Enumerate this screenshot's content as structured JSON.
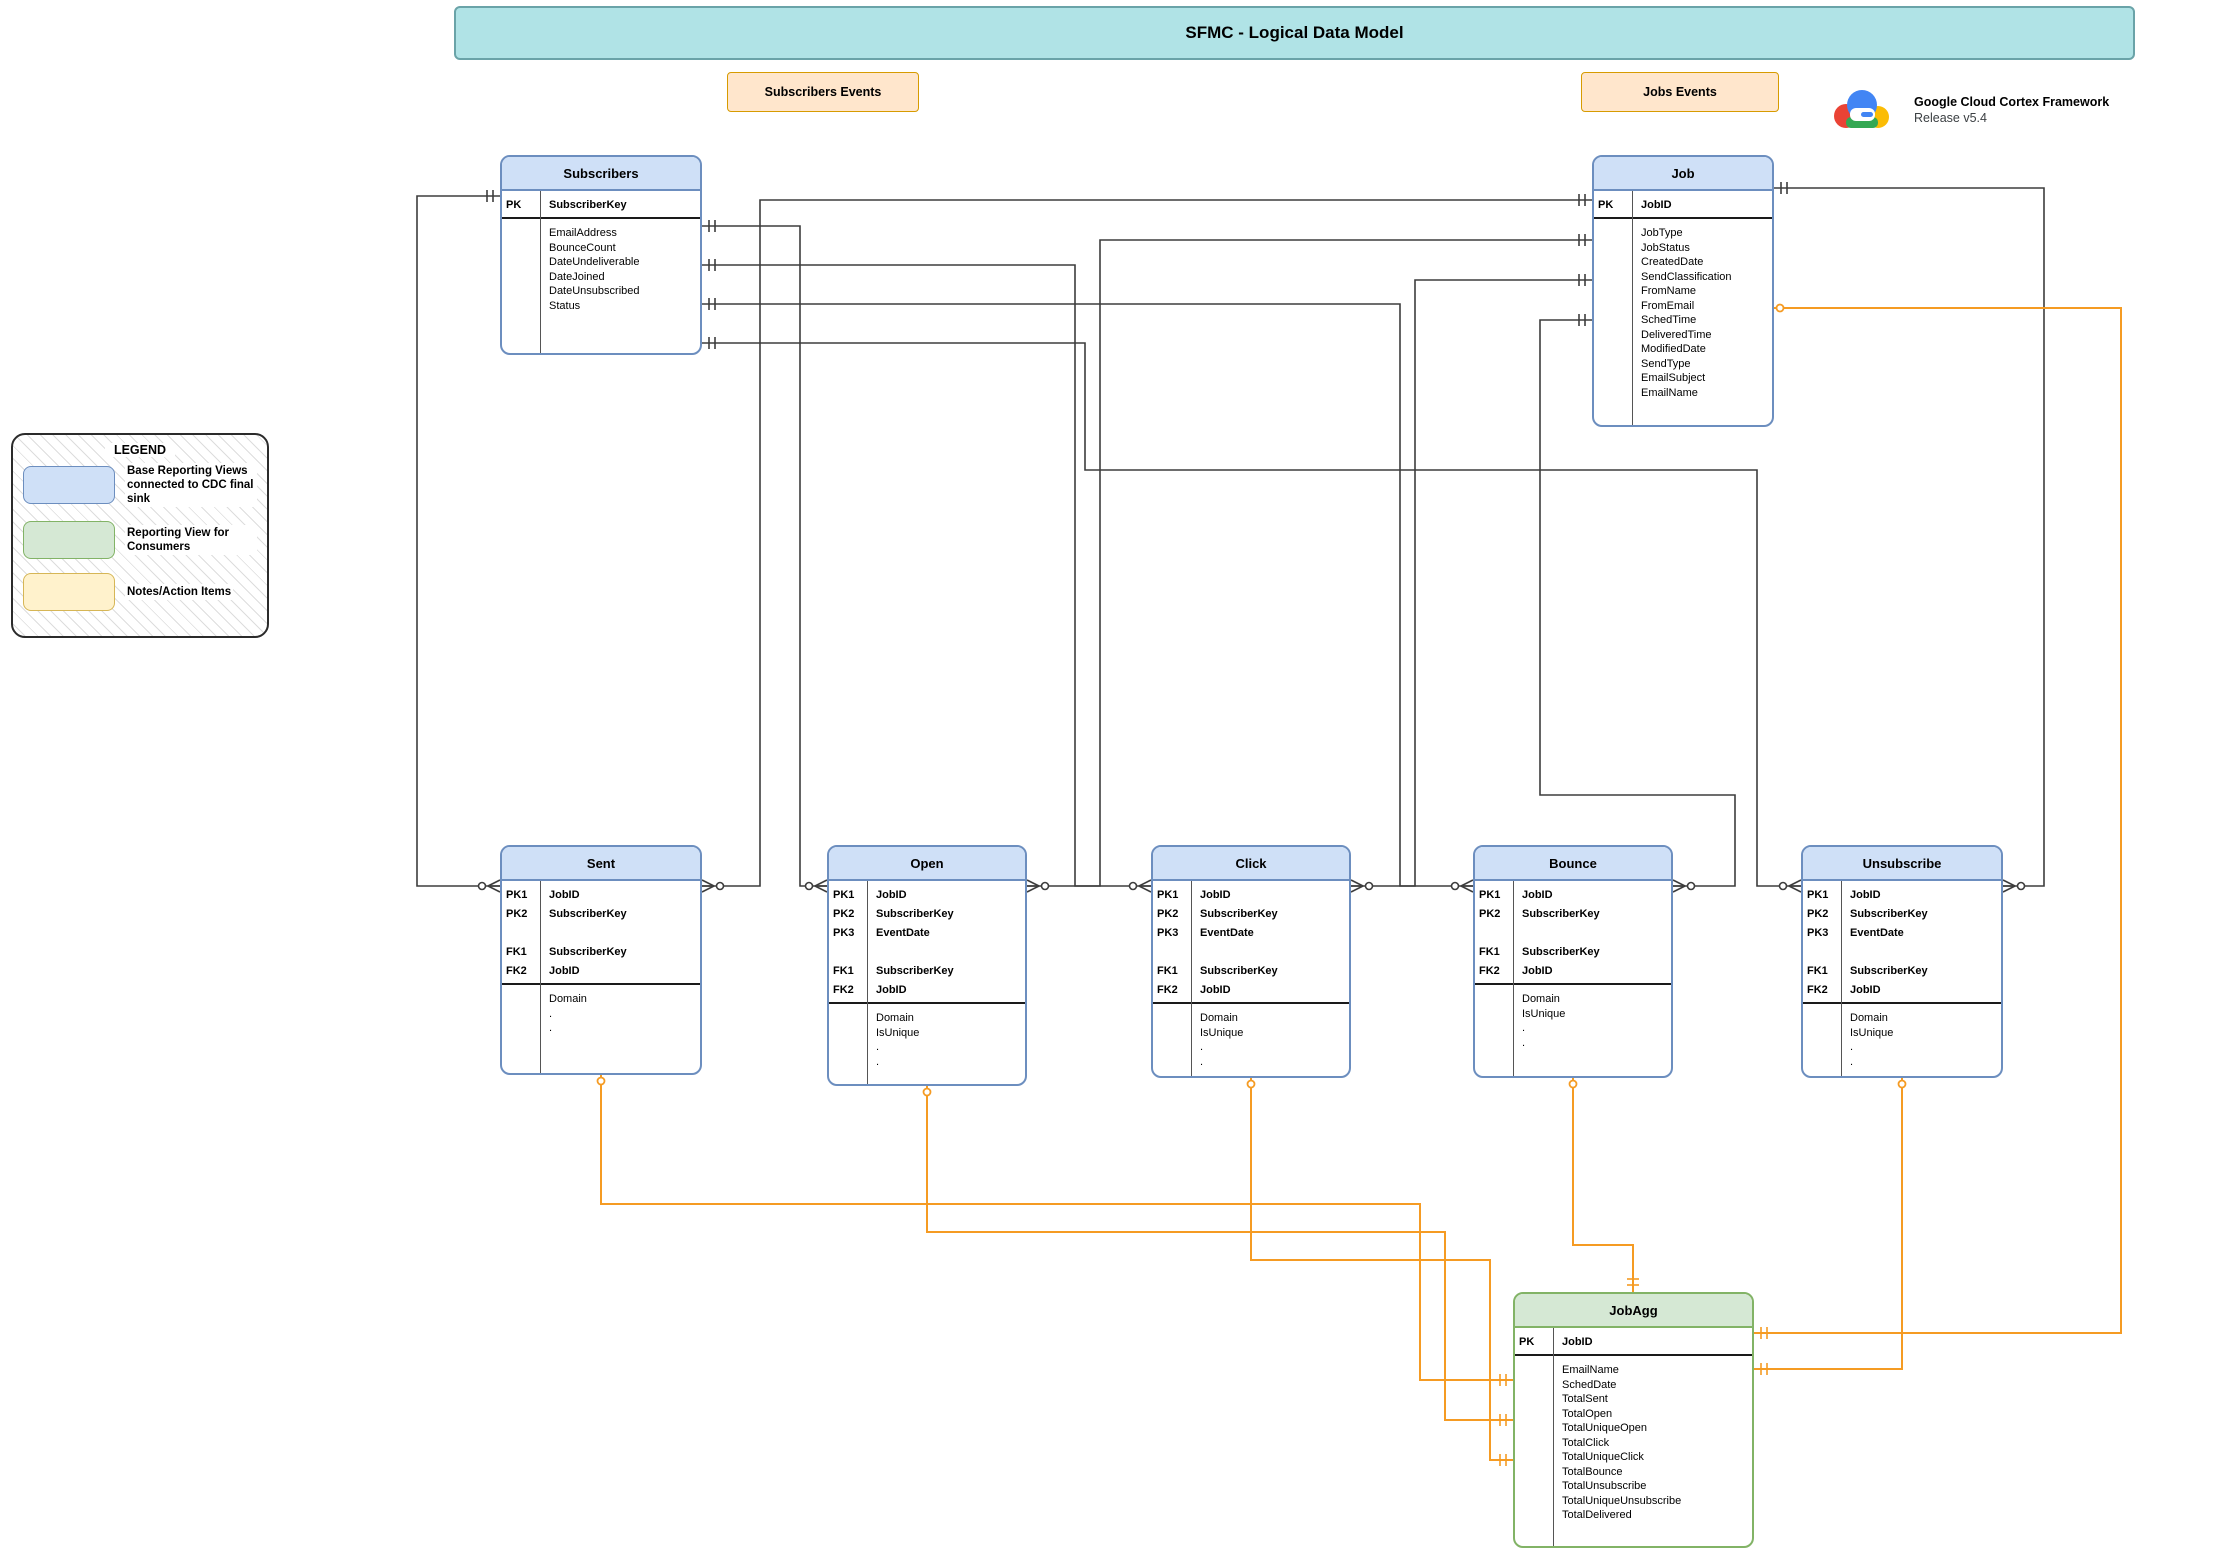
{
  "title": "SFMC - Logical Data Model",
  "notes": [
    {
      "label": "Subscribers Events"
    },
    {
      "label": "Jobs Events"
    }
  ],
  "branding": {
    "name": "Google Cloud Cortex Framework",
    "release": "Release v5.4"
  },
  "legend": {
    "title": "LEGEND",
    "items": [
      {
        "swatch": "blue",
        "label": "Base Reporting Views connected to CDC final sink"
      },
      {
        "swatch": "green",
        "label": "Reporting View for Consumers"
      },
      {
        "swatch": "yellow",
        "label": "Notes/Action Items"
      }
    ]
  },
  "colors": {
    "title_fill": "#b0e3e6",
    "title_border": "#6aa3a8",
    "note_fill": "#ffe6cc",
    "note_border": "#d79b00",
    "entity_blue_fill": "#cfe0f7",
    "entity_blue_border": "#6c8ebf",
    "entity_green_fill": "#d5e8d4",
    "entity_green_border": "#82b366",
    "legend_yellow_fill": "#fff2cc",
    "legend_yellow_border": "#d6b656",
    "wire_black": "#3d3d3d",
    "wire_orange": "#f59b23"
  },
  "entities": [
    {
      "id": "subscribers",
      "name": "Subscribers",
      "color": "blue",
      "key_rows": [
        [
          "PK",
          "SubscriberKey"
        ]
      ],
      "attributes": [
        "EmailAddress",
        "BounceCount",
        "DateUndeliverable",
        "DateJoined",
        "DateUnsubscribed",
        "Status"
      ]
    },
    {
      "id": "job",
      "name": "Job",
      "color": "blue",
      "key_rows": [
        [
          "PK",
          "JobID"
        ]
      ],
      "attributes": [
        "JobType",
        "JobStatus",
        "CreatedDate",
        "SendClassification",
        "FromName",
        "FromEmail",
        "SchedTime",
        "DeliveredTime",
        "ModifiedDate",
        "SendType",
        "EmailSubject",
        "EmailName"
      ]
    },
    {
      "id": "sent",
      "name": "Sent",
      "color": "blue",
      "key_rows": [
        [
          "PK1",
          "JobID"
        ],
        [
          "PK2",
          "SubscriberKey"
        ],
        [
          "",
          ""
        ],
        [
          "FK1",
          "SubscriberKey"
        ],
        [
          "FK2",
          "JobID"
        ]
      ],
      "attributes": [
        "Domain",
        ".",
        "."
      ]
    },
    {
      "id": "open",
      "name": "Open",
      "color": "blue",
      "key_rows": [
        [
          "PK1",
          "JobID"
        ],
        [
          "PK2",
          "SubscriberKey"
        ],
        [
          "PK3",
          "EventDate"
        ],
        [
          "",
          ""
        ],
        [
          "FK1",
          "SubscriberKey"
        ],
        [
          "FK2",
          "JobID"
        ]
      ],
      "attributes": [
        "Domain",
        "IsUnique",
        ".",
        "."
      ]
    },
    {
      "id": "click",
      "name": "Click",
      "color": "blue",
      "key_rows": [
        [
          "PK1",
          "JobID"
        ],
        [
          "PK2",
          "SubscriberKey"
        ],
        [
          "PK3",
          "EventDate"
        ],
        [
          "",
          ""
        ],
        [
          "FK1",
          "SubscriberKey"
        ],
        [
          "FK2",
          "JobID"
        ]
      ],
      "attributes": [
        "Domain",
        "IsUnique",
        ".",
        "."
      ]
    },
    {
      "id": "bounce",
      "name": "Bounce",
      "color": "blue",
      "key_rows": [
        [
          "PK1",
          "JobID"
        ],
        [
          "PK2",
          "SubscriberKey"
        ],
        [
          "",
          ""
        ],
        [
          "FK1",
          "SubscriberKey"
        ],
        [
          "FK2",
          "JobID"
        ]
      ],
      "attributes": [
        "Domain",
        "IsUnique",
        ".",
        "."
      ]
    },
    {
      "id": "unsubscribe",
      "name": "Unsubscribe",
      "color": "blue",
      "key_rows": [
        [
          "PK1",
          "JobID"
        ],
        [
          "PK2",
          "SubscriberKey"
        ],
        [
          "PK3",
          "EventDate"
        ],
        [
          "",
          ""
        ],
        [
          "FK1",
          "SubscriberKey"
        ],
        [
          "FK2",
          "JobID"
        ]
      ],
      "attributes": [
        "Domain",
        "IsUnique",
        ".",
        "."
      ]
    },
    {
      "id": "jobagg",
      "name": "JobAgg",
      "color": "green",
      "key_rows": [
        [
          "PK",
          "JobID"
        ]
      ],
      "attributes": [
        "EmailName",
        "SchedDate",
        "TotalSent",
        "TotalOpen",
        "TotalUniqueOpen",
        "TotalClick",
        "TotalUniqueClick",
        "TotalBounce",
        "TotalUnsubscribe",
        "TotalUniqueUnsubscribe",
        "TotalDelivered"
      ]
    }
  ]
}
